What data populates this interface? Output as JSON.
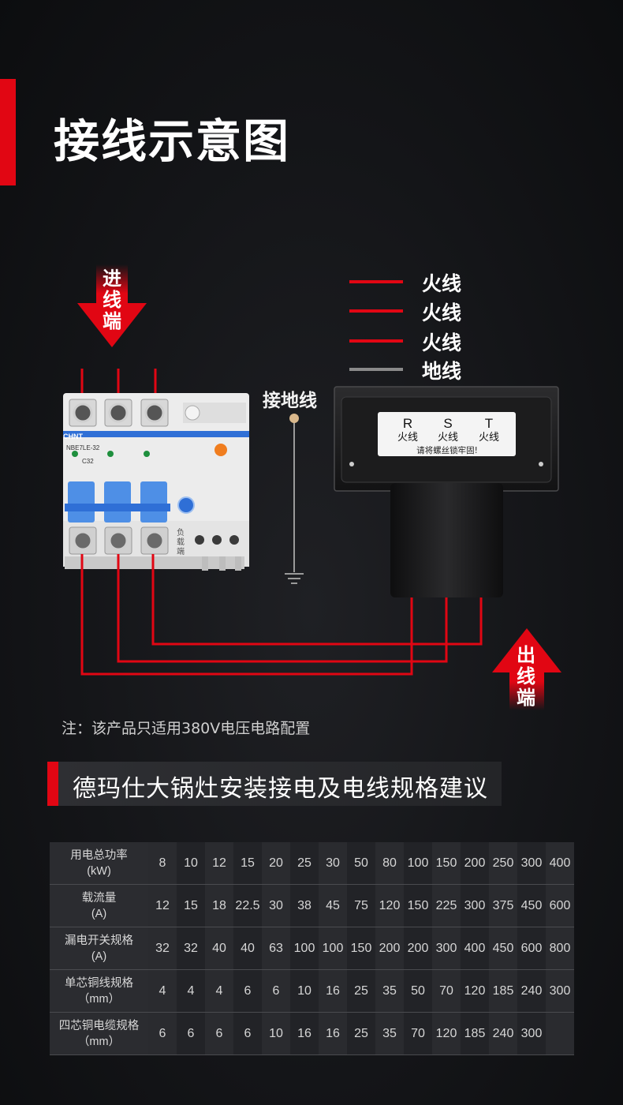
{
  "title": "接线示意图",
  "diagram": {
    "in_label": "进线端",
    "out_label": "出线端",
    "ground_label": "接地线",
    "legend": [
      {
        "label": "火线",
        "color": "#e10613"
      },
      {
        "label": "火线",
        "color": "#e10613"
      },
      {
        "label": "火线",
        "color": "#e10613"
      },
      {
        "label": "地线",
        "color": "#8a8a8a"
      }
    ],
    "breaker": {
      "brand": "CHNT",
      "model": "NBE7LE-32",
      "rating": "C32",
      "load_label": "负载端"
    },
    "terminal_box": {
      "phases": [
        "R",
        "S",
        "T"
      ],
      "phase_desc": [
        "火线",
        "火线",
        "火线"
      ],
      "instruction": "请将螺丝锁牢固!"
    }
  },
  "note": "注：该产品只适用380V电压电路配置",
  "spec_section": {
    "title": "德玛仕大锅灶安装接电及电线规格建议",
    "rows": [
      {
        "label": [
          "用电总功率",
          "(kW)"
        ],
        "values": [
          "8",
          "10",
          "12",
          "15",
          "20",
          "25",
          "30",
          "50",
          "80",
          "100",
          "150",
          "200",
          "250",
          "300",
          "400"
        ]
      },
      {
        "label": [
          "载流量",
          "(A)"
        ],
        "values": [
          "12",
          "15",
          "18",
          "22.5",
          "30",
          "38",
          "45",
          "75",
          "120",
          "150",
          "225",
          "300",
          "375",
          "450",
          "600"
        ]
      },
      {
        "label": [
          "漏电开关规格",
          "(A)"
        ],
        "values": [
          "32",
          "32",
          "40",
          "40",
          "63",
          "100",
          "100",
          "150",
          "200",
          "200",
          "300",
          "400",
          "450",
          "600",
          "800"
        ]
      },
      {
        "label": [
          "单芯铜线规格",
          "（mm）"
        ],
        "values": [
          "4",
          "4",
          "4",
          "6",
          "6",
          "10",
          "16",
          "25",
          "35",
          "50",
          "70",
          "120",
          "185",
          "240",
          "300"
        ]
      },
      {
        "label": [
          "四芯铜电缆规格",
          "（mm）"
        ],
        "values": [
          "6",
          "6",
          "6",
          "6",
          "10",
          "16",
          "16",
          "25",
          "35",
          "70",
          "120",
          "185",
          "240",
          "300",
          ""
        ]
      }
    ]
  }
}
